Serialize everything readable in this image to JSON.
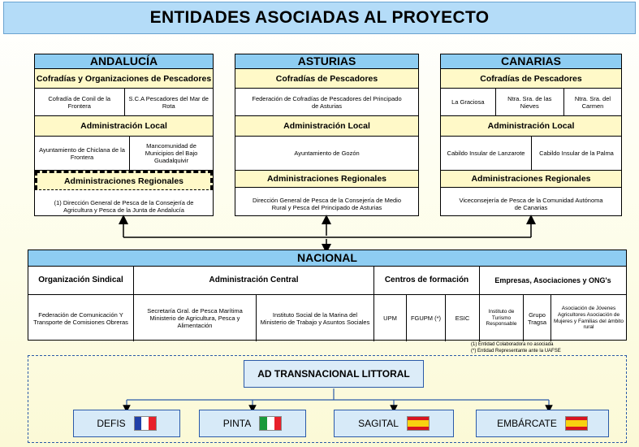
{
  "title": "ENTIDADES ASOCIADAS AL PROYECTO",
  "regions": [
    {
      "name": "ANDALUCÍA",
      "cofradias_label": "Cofradías y Organizaciones de Pescadores",
      "cofradias": [
        "Cofradía de Conil de la Frontera",
        "S.C.A Pescadores del Mar de Rota"
      ],
      "admin_local_label": "Administración Local",
      "admin_local": [
        "Ayuntamiento de Chiclana de la Frontera",
        "Mancomunidad de Municipios del Bajo Guadalquivir"
      ],
      "admin_regional_label": "Administraciones Regionales",
      "admin_regional": "(1) Dirección General de Pesca de la Consejería de Agricultura y Pesca de la Junta de Andalucía"
    },
    {
      "name": "ASTURIAS",
      "cofradias_label": "Cofradías de Pescadores",
      "cofradias": [
        "Federación de Cofradías de Pescadores del Principado de Asturias"
      ],
      "admin_local_label": "Administración Local",
      "admin_local": [
        "Ayuntamiento de Gozón"
      ],
      "admin_regional_label": "Administraciones Regionales",
      "admin_regional": "Dirección General de Pesca de la Consejería de Medio Rural y Pesca del Principado de Asturias"
    },
    {
      "name": "CANARIAS",
      "cofradias_label": "Cofradías de Pescadores",
      "cofradias": [
        "La Graciosa",
        "Ntra. Sra. de las Nieves",
        "Ntra. Sra. del Carmen"
      ],
      "admin_local_label": "Administración Local",
      "admin_local": [
        "Cabildo Insular de Lanzarote",
        "Cabildo Insular de la Palma"
      ],
      "admin_regional_label": "Administraciones Regionales",
      "admin_regional": "Viceconsejería de Pesca de la Comunidad Autónoma de Canarias"
    }
  ],
  "nacional": {
    "title": "NACIONAL",
    "columns": [
      {
        "label": "Organización Sindical",
        "items": [
          "Federación de Comunicación Y Transporte de Comisiones Obreras"
        ]
      },
      {
        "label": "Administración Central",
        "items": [
          "Secretaría Gral. de Pesca Marítima Ministerio de Agricultura, Pesca y Alimentación",
          "Instituto Social de la Marina del Ministerio de Trabajo y Asuntos Sociales"
        ]
      },
      {
        "label": "Centros de formación",
        "items": [
          "UPM",
          "FGUPM (*)",
          "ESIC"
        ]
      },
      {
        "label": "Empresas, Asociaciones y ONG's",
        "items": [
          "Instituto de Turismo Responsable",
          "Grupo Tragsa",
          "Asociación de Jóvenes Agricultores Asociación de Mujeres y Familias del ámbito rural"
        ]
      }
    ],
    "notes": [
      "(1) Entidad Colaboradora no asociada",
      "(*) Entidad Representante ante la UAFSE"
    ]
  },
  "transnacional": {
    "title": "AD TRANSNACIONAL LITTORAL",
    "members": [
      {
        "name": "DEFIS",
        "flag": "france",
        "colors": [
          "#1f3fa8",
          "#ffffff",
          "#e8202a"
        ]
      },
      {
        "name": "PINTA",
        "flag": "italy",
        "colors": [
          "#1a9a3a",
          "#ffffff",
          "#e8202a"
        ]
      },
      {
        "name": "SAGITAL",
        "flag": "spain",
        "colors": [
          "#d8141e",
          "#f8d210",
          "#d8141e"
        ]
      },
      {
        "name": "EMBÁRCATE",
        "flag": "spain",
        "colors": [
          "#d8141e",
          "#f8d210",
          "#d8141e"
        ]
      }
    ]
  },
  "colors": {
    "header_blue": "#8ecdf2",
    "sub_yellow": "#fff9c8",
    "title_blue": "#b4dcf8",
    "connector_blue": "#2b5aa8"
  }
}
